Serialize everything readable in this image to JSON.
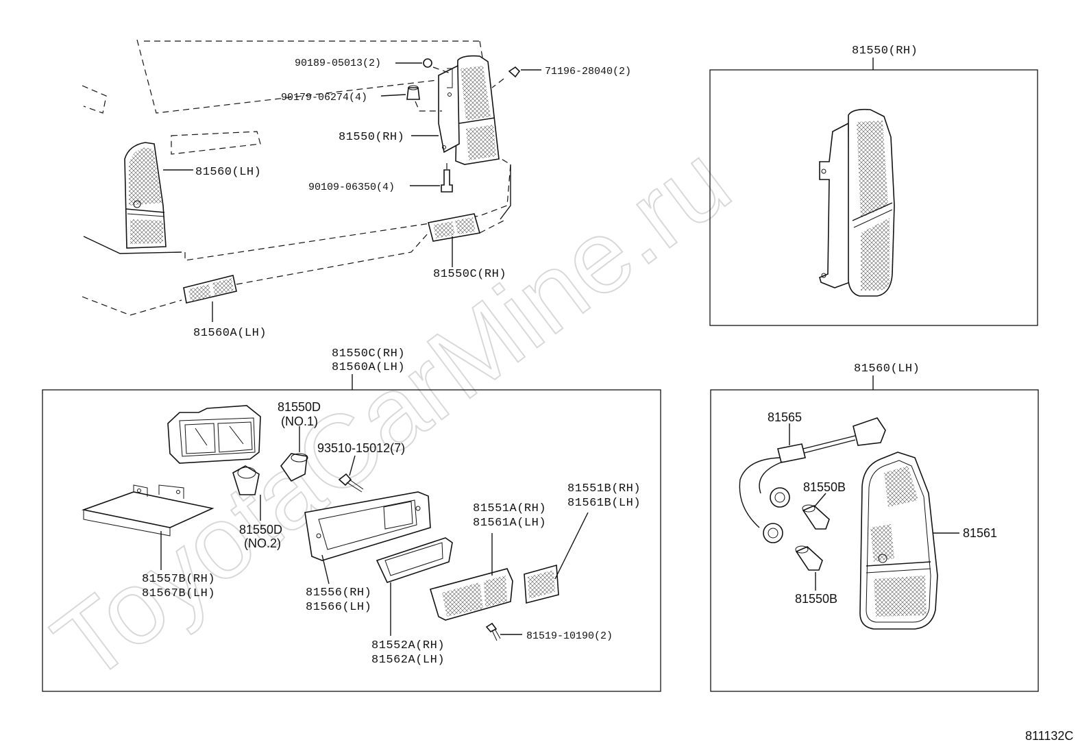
{
  "watermark": "ToyotaCarMine.ru",
  "figure_code": "811132C",
  "callouts": {
    "c1": "90189-05013(2)",
    "c2": "90179-06274(4)",
    "c3": "81550(RH)",
    "c4": "81560(LH)",
    "c5": "90109-06350(4)",
    "c6": "71196-28040(2)",
    "c7": "81550C(RH)",
    "c8": "81560A(LH)"
  },
  "panels": {
    "rh_lamp": {
      "title": "81550(RH)"
    },
    "lh_lamp": {
      "title": "81560(LH)",
      "labels": {
        "socket": "81565",
        "bulb_top": "81550B",
        "bulb_bottom": "81550B",
        "lens": "81561"
      }
    },
    "side_lamp": {
      "title_1": "81550C(RH)",
      "title_2": "81560A(LH)",
      "labels": {
        "bulb1": "81550D",
        "bulb1_no": "(NO.1)",
        "screw": "93510-15012(7)",
        "bulb2": "81550D",
        "bulb2_no": "(NO.2)",
        "plate_1": "81557B(RH)",
        "plate_2": "81567B(LH)",
        "gasket_1": "81556(RH)",
        "gasket_2": "81566(LH)",
        "lens_a_1": "81551A(RH)",
        "lens_a_2": "81561A(LH)",
        "lens_b_1": "81551B(RH)",
        "lens_b_2": "81561B(LH)",
        "seal_1": "81552A(RH)",
        "seal_2": "81562A(LH)",
        "screw2": "81519-10190(2)"
      }
    }
  }
}
